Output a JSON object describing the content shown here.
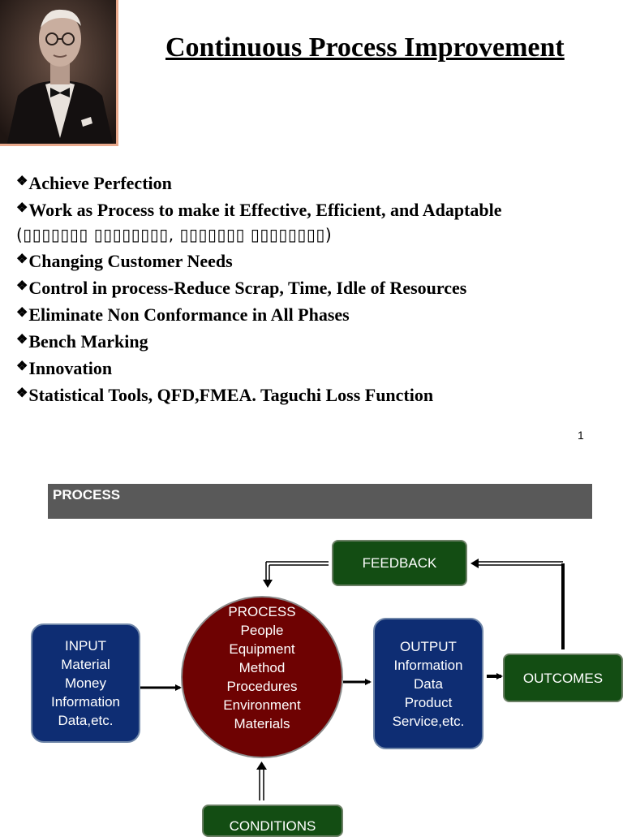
{
  "title": "Continuous Process Improvement",
  "bullets": [
    "Achieve Perfection",
    "Work as Process to make it Effective, Efficient, and Adaptable",
    "Changing Customer Needs",
    "Control in process-Reduce Scrap, Time, Idle of  Resources",
    "Eliminate Non Conformance in All Phases",
    "Bench Marking",
    "Innovation",
    "Statistical Tools, QFD,FMEA. Taguchi Loss Function"
  ],
  "paren_line": "(▯▯▯▯▯▯▯ ▯▯▯▯▯▯▯▯, ▯▯▯▯▯▯▯ ▯▯▯▯▯▯▯▯)",
  "page_number": "1",
  "section_label": "PROCESS",
  "diagram": {
    "feedback": "FEEDBACK",
    "input": [
      "INPUT",
      "Material",
      "Money",
      "Information",
      "Data,etc."
    ],
    "process": [
      "PROCESS",
      "People",
      "Equipment",
      "Method",
      "Procedures",
      "Environment",
      "Materials"
    ],
    "output": [
      "OUTPUT",
      "Information",
      "Data",
      "Product",
      "Service,etc."
    ],
    "outcomes": "OUTCOMES",
    "conditions": "CONDITIONS"
  },
  "colors": {
    "green_box": "#134d13",
    "blue_box": "#0e2d73",
    "process_circle": "#6e0202",
    "section_bar": "#595959",
    "portrait_frame": "#e9a98c"
  },
  "icons": {
    "bullet": "diamond-bullet-icon"
  }
}
